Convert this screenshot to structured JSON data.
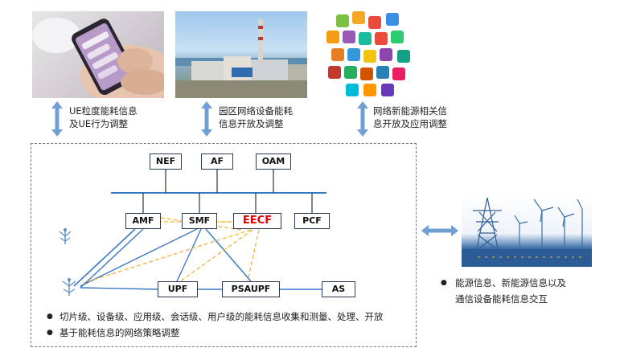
{
  "top_captions": [
    {
      "line1": "UE粒度能耗信息",
      "line2": "及UE行为调整"
    },
    {
      "line1": "园区网络设备能耗",
      "line2": "信息开放及调整"
    },
    {
      "line1": "网络新能源相关信",
      "line2": "息开放及应用调整"
    }
  ],
  "nodes": {
    "nef": "NEF",
    "af": "AF",
    "oam": "OAM",
    "amf": "AMF",
    "smf": "SMF",
    "eecf": "EECF",
    "pcf": "PCF",
    "upf": "UPF",
    "psaupf": "PSAUPF",
    "as": "AS"
  },
  "bullets": [
    "切片级、设备级、应用级、会话级、用户级的能耗信息收集和测量、处理、开放",
    "基于能耗信息的网络策略调整"
  ],
  "right_note": {
    "line1": "能源信息、新能源信息以及",
    "line2": "通信设备能耗信息交互"
  },
  "colors": {
    "arrow": "#6f9fd4",
    "line": "#3b78c4",
    "dashed": "#f0b43c",
    "eecf_text": "#e00000"
  },
  "icons": {
    "phone_photo": "hand-holding-phone-image",
    "plant_photo": "industrial-park-image",
    "apps_photo": "app-icons-cloud-image",
    "antenna": "antenna-icon",
    "energy": "power-tower-wind-turbine-image",
    "bullet": "bullet-dot"
  }
}
